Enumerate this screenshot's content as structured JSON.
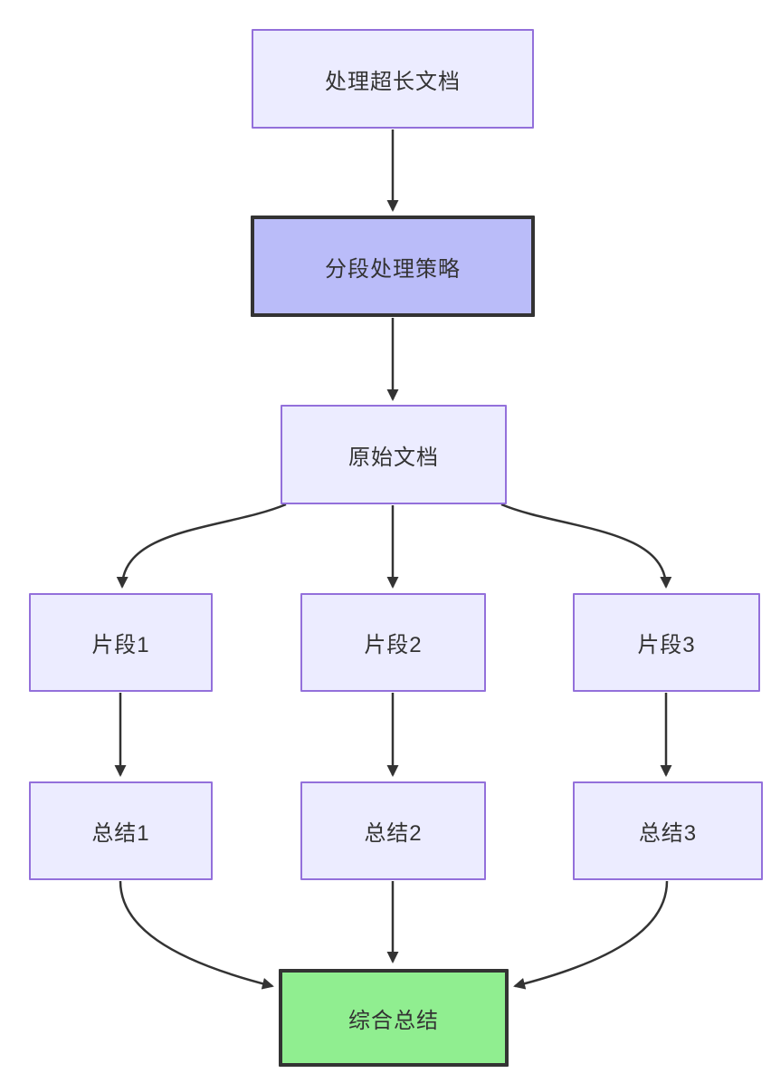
{
  "diagram": {
    "type": "flowchart",
    "direction": "top-down",
    "nodes": {
      "doc": {
        "label": "处理超长文档",
        "style": "default"
      },
      "strategy": {
        "label": "分段处理策略",
        "style": "highlight"
      },
      "original": {
        "label": "原始文档",
        "style": "default"
      },
      "frag1": {
        "label": "片段1",
        "style": "default"
      },
      "frag2": {
        "label": "片段2",
        "style": "default"
      },
      "frag3": {
        "label": "片段3",
        "style": "default"
      },
      "sum1": {
        "label": "总结1",
        "style": "default"
      },
      "sum2": {
        "label": "总结2",
        "style": "default"
      },
      "sum3": {
        "label": "总结3",
        "style": "default"
      },
      "final": {
        "label": "综合总结",
        "style": "success"
      }
    },
    "edges": [
      {
        "from": "doc",
        "to": "strategy"
      },
      {
        "from": "strategy",
        "to": "original"
      },
      {
        "from": "original",
        "to": "frag1"
      },
      {
        "from": "original",
        "to": "frag2"
      },
      {
        "from": "original",
        "to": "frag3"
      },
      {
        "from": "frag1",
        "to": "sum1"
      },
      {
        "from": "frag2",
        "to": "sum2"
      },
      {
        "from": "frag3",
        "to": "sum3"
      },
      {
        "from": "sum1",
        "to": "final"
      },
      {
        "from": "sum2",
        "to": "final"
      },
      {
        "from": "sum3",
        "to": "final"
      }
    ]
  },
  "colors": {
    "node_fill": "#ECECFF",
    "node_border": "#9370DB",
    "highlight_fill": "#BABCF9",
    "success_fill": "#90EE90",
    "dark_border": "#333333",
    "edge_color": "#333333",
    "text_color": "#333333"
  }
}
